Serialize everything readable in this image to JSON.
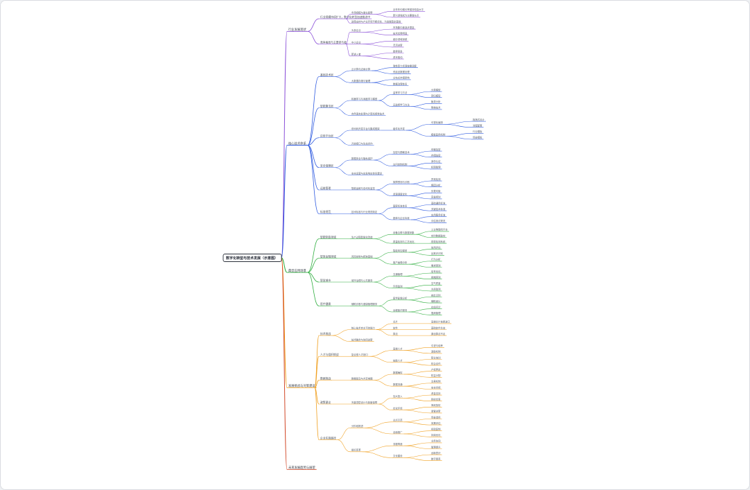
{
  "mindmap": {
    "root": {
      "label": "数字化转型与技术发展（示意图）"
    },
    "colors": {
      "purple": "#8a4fd8",
      "blue": "#2f5be0",
      "green": "#2fae3f",
      "orange": "#f0a020",
      "red": "#d24a2a"
    },
    "branches": [
      {
        "label": "行业发展现状",
        "color": "purple",
        "children": [
          {
            "label": "行业规模持续扩大，数字化转型加速推进中",
            "children": [
              {
                "label": "市场规模与增长趋势",
                "children": [
                  {
                    "label": "近年年均增长率保持较高水平"
                  },
                  {
                    "label": "新兴领域成为主要增长点"
                  }
                ]
              },
              {
                "label": "政策支持与产业环境不断优化，为发展奠定基础"
              }
            ]
          },
          {
            "label": "竞争格局与主要参与者",
            "children": [
              {
                "label": "头部企业",
                "children": [
                  {
                    "label": "市场集中度逐步提高"
                  },
                  {
                    "label": "技术优势明显"
                  }
                ]
              },
              {
                "label": "中小企业",
                "children": [
                  {
                    "label": "细分领域深耕"
                  },
                  {
                    "label": "灵活创新"
                  }
                ]
              },
              {
                "label": "新进入者",
                "children": [
                  {
                    "label": "跨界竞争"
                  },
                  {
                    "label": "资本驱动"
                  }
                ]
              }
            ]
          }
        ]
      },
      {
        "label": "核心技术体系",
        "color": "blue",
        "children": [
          {
            "label": "基础技术层",
            "children": [
              {
                "label": "云计算与边缘计算",
                "children": [
                  {
                    "label": "弹性算力资源按需调度"
                  },
                  {
                    "label": "低延迟数据处理"
                  }
                ]
              },
              {
                "label": "大数据存储与管理",
                "children": [
                  {
                    "label": "分布式存储架构"
                  },
                  {
                    "label": "数据治理体系"
                  }
                ]
              }
            ]
          },
          {
            "label": "智能算法层",
            "children": [
              {
                "label": "机器学习与深度学习模型",
                "children": [
                  {
                    "label": "监督学习方法",
                    "children": [
                      {
                        "label": "分类模型"
                      },
                      {
                        "label": "回归模型"
                      }
                    ]
                  },
                  {
                    "label": "无监督学习方法",
                    "children": [
                      {
                        "label": "聚类分析"
                      },
                      {
                        "label": "降维技术"
                      }
                    ]
                  }
                ]
              },
              {
                "label": "自然语言处理与计算机视觉技术"
              }
            ]
          },
          {
            "label": "应用平台层",
            "children": [
              {
                "label": "低代码开发平台与集成框架",
                "children": [
                  {
                    "label": "组件化开发",
                    "children": [
                      {
                        "label": "可视化编排",
                        "children": [
                          {
                            "label": "拖拽式设计"
                          },
                          {
                            "label": "流程配置"
                          }
                        ]
                      },
                      {
                        "label": "模板复用机制",
                        "children": [
                          {
                            "label": "行业模板"
                          },
                          {
                            "label": "场景模板"
                          }
                        ]
                      }
                    ]
                  }
                ]
              },
              {
                "label": "开放接口与生态合作"
              }
            ]
          },
          {
            "label": "安全保障层",
            "children": [
              {
                "label": "数据安全与隐私保护",
                "children": [
                  {
                    "label": "加密与脱敏技术",
                    "children": [
                      {
                        "label": "传输加密"
                      },
                      {
                        "label": "存储加密"
                      }
                    ]
                  },
                  {
                    "label": "访问控制机制",
                    "children": [
                      {
                        "label": "身份认证"
                      },
                      {
                        "label": "权限管理"
                      }
                    ]
                  }
                ]
              },
              {
                "label": "安全运营与应急响应体系建设"
              }
            ]
          },
          {
            "label": "运维管理",
            "children": [
              {
                "label": "智能运维与自动化监控",
                "children": [
                  {
                    "label": "故障预测与诊断",
                    "children": [
                      {
                        "label": "异常检测"
                      },
                      {
                        "label": "根因分析"
                      }
                    ]
                  },
                  {
                    "label": "资源调度优化",
                    "children": [
                      {
                        "label": "负载均衡"
                      },
                      {
                        "label": "容量规划"
                      }
                    ]
                  }
                ]
              }
            ]
          },
          {
            "label": "标准规范",
            "children": [
              {
                "label": "技术标准与行业规范制定",
                "children": [
                  {
                    "label": "国家标准体系",
                    "children": [
                      {
                        "label": "基础通用标准"
                      },
                      {
                        "label": "关键技术标准"
                      }
                    ]
                  },
                  {
                    "label": "团体与企业标准",
                    "children": [
                      {
                        "label": "应用服务标准"
                      },
                      {
                        "label": "评估测试规范"
                      }
                    ]
                  }
                ]
              }
            ]
          }
        ]
      },
      {
        "label": "典型应用场景",
        "color": "green",
        "children": [
          {
            "label": "智能制造领域",
            "children": [
              {
                "label": "生产过程智能化改造",
                "children": [
                  {
                    "label": "设备互联与数据采集",
                    "children": [
                      {
                        "label": "工业物联网平台"
                      },
                      {
                        "label": "实时数据监控"
                      }
                    ]
                  },
                  {
                    "label": "质量检测与工艺优化",
                    "children": [
                      {
                        "label": "视觉检测系统"
                      }
                    ]
                  }
                ]
              }
            ]
          },
          {
            "label": "智慧金融领域",
            "children": [
              {
                "label": "风险控制与精准营销",
                "children": [
                  {
                    "label": "智能风控模型",
                    "children": [
                      {
                        "label": "信用评估"
                      },
                      {
                        "label": "反欺诈识别"
                      }
                    ]
                  },
                  {
                    "label": "客户画像分析",
                    "children": [
                      {
                        "label": "行为分析"
                      },
                      {
                        "label": "需求预测"
                      }
                    ]
                  }
                ]
              }
            ]
          },
          {
            "label": "智慧城市",
            "children": [
              {
                "label": "城市治理与公共服务",
                "children": [
                  {
                    "label": "交通管理",
                    "children": [
                      {
                        "label": "信号优化"
                      },
                      {
                        "label": "拥堵预测"
                      }
                    ]
                  },
                  {
                    "label": "环境监测",
                    "children": [
                      {
                        "label": "空气质量"
                      },
                      {
                        "label": "水质监测"
                      }
                    ]
                  }
                ]
              }
            ]
          },
          {
            "label": "医疗健康",
            "children": [
              {
                "label": "辅助诊断与健康管理服务",
                "children": [
                  {
                    "label": "医学影像分析",
                    "children": [
                      {
                        "label": "病灶识别"
                      },
                      {
                        "label": "辅助阅片"
                      }
                    ]
                  },
                  {
                    "label": "远程医疗服务",
                    "children": [
                      {
                        "label": "在线问诊"
                      },
                      {
                        "label": "慢病管理"
                      }
                    ]
                  }
                ]
              }
            ]
          }
        ]
      },
      {
        "label": "发展挑战与对策建议",
        "color": "orange",
        "children": [
          {
            "label": "技术挑战",
            "children": [
              {
                "label": "核心技术自主可控能力",
                "children": [
                  {
                    "label": "芯片",
                    "children": [
                      {
                        "label": "高端芯片依赖进口"
                      }
                    ]
                  },
                  {
                    "label": "软件",
                    "children": [
                      {
                        "label": "基础软件生态"
                      }
                    ]
                  },
                  {
                    "label": "算法",
                    "children": [
                      {
                        "label": "原创算法不足"
                      }
                    ]
                  }
                ]
              },
              {
                "label": "技术融合与协同创新"
              }
            ]
          },
          {
            "label": "人才与组织挑战",
            "children": [
              {
                "label": "复合型人才缺口",
                "children": [
                  {
                    "label": "高端人才",
                    "children": [
                      {
                        "label": "引进与培养"
                      },
                      {
                        "label": "激励机制"
                      }
                    ]
                  },
                  {
                    "label": "技能人才",
                    "children": [
                      {
                        "label": "职业培训"
                      },
                      {
                        "label": "校企合作"
                      }
                    ]
                  }
                ]
              }
            ]
          },
          {
            "label": "数据挑战",
            "children": [
              {
                "label": "数据孤岛与共享难题",
                "children": [
                  {
                    "label": "数据确权",
                    "children": [
                      {
                        "label": "产权界定"
                      },
                      {
                        "label": "权益分配"
                      }
                    ]
                  },
                  {
                    "label": "数据流通",
                    "children": [
                      {
                        "label": "交易机制"
                      },
                      {
                        "label": "安全合规"
                      }
                    ]
                  }
                ]
              }
            ]
          },
          {
            "label": "政策建议",
            "children": [
              {
                "label": "完善顶层设计与制度保障",
                "children": [
                  {
                    "label": "加大投入",
                    "children": [
                      {
                        "label": "资金支持"
                      },
                      {
                        "label": "税收优惠"
                      }
                    ]
                  },
                  {
                    "label": "优化环境",
                    "children": [
                      {
                        "label": "简政放权"
                      },
                      {
                        "label": "监管创新"
                      }
                    ]
                  }
                ]
              }
            ]
          },
          {
            "label": "企业实施路径",
            "children": [
              {
                "label": "分阶段推进",
                "children": [
                  {
                    "label": "试点示范",
                    "children": [
                      {
                        "label": "场景选择"
                      },
                      {
                        "label": "效果评估"
                      }
                    ]
                  },
                  {
                    "label": "全面推广",
                    "children": [
                      {
                        "label": "经验复制"
                      },
                      {
                        "label": "持续优化"
                      }
                    ]
                  }
                ]
              },
              {
                "label": "组织变革",
                "children": [
                  {
                    "label": "流程再造",
                    "children": [
                      {
                        "label": "业务协同"
                      },
                      {
                        "label": "管理提升"
                      }
                    ]
                  },
                  {
                    "label": "文化建设",
                    "children": [
                      {
                        "label": "创新意识"
                      },
                      {
                        "label": "数字素养"
                      }
                    ]
                  }
                ]
              }
            ]
          }
        ]
      },
      {
        "label": "未来发展趋势与展望",
        "color": "red",
        "children": []
      }
    ]
  }
}
